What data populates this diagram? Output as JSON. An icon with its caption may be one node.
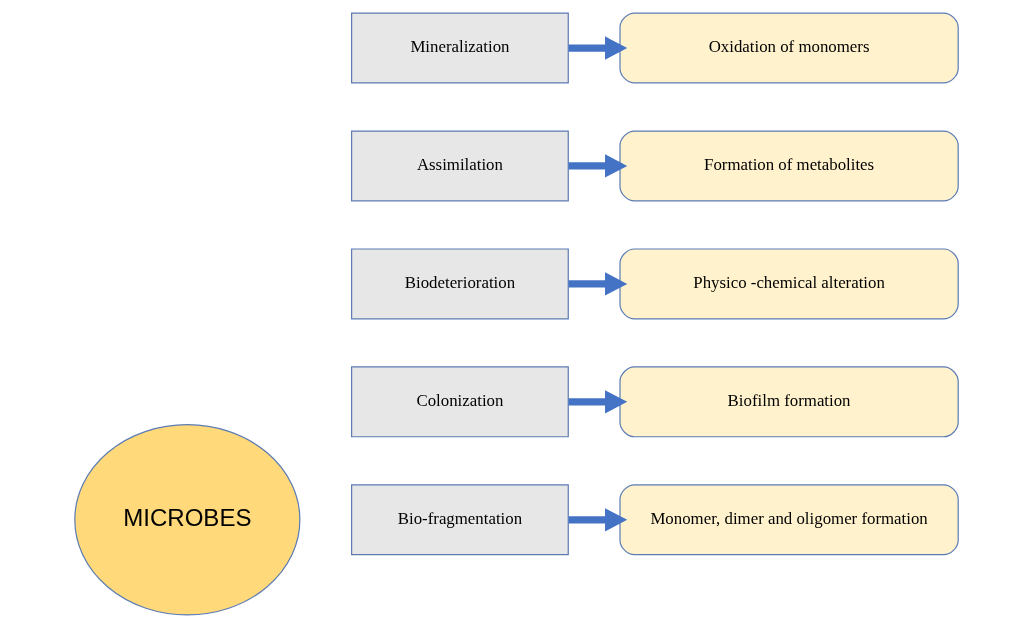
{
  "diagram": {
    "nodes": [
      {
        "text": [
          "MICROBES"
        ]
      },
      {
        "text": [
          "Colonization"
        ]
      },
      {
        "text": [
          "Biofilm formation"
        ]
      },
      {
        "text": [
          "Biodeterioration"
        ]
      },
      {
        "text": [
          "Physico -chemical alteration"
        ]
      },
      {
        "text": [
          "Bio-fragmentation"
        ]
      },
      {
        "text": [
          "Monomer, dimer and oligomer formation"
        ]
      },
      {
        "text": [
          "Assimilation"
        ]
      },
      {
        "text": [
          "Formation of metabolites"
        ]
      },
      {
        "text": [
          "Mineralization"
        ]
      },
      {
        "text": [
          "Oxidation of monomers"
        ]
      }
    ],
    "edges": [
      {
        "from": 1,
        "to": 2,
        "arrow": "to"
      },
      {
        "from": 3,
        "to": 4,
        "arrow": "to"
      },
      {
        "from": 5,
        "to": 6,
        "arrow": "to"
      },
      {
        "from": 7,
        "to": 8,
        "arrow": "to"
      },
      {
        "from": 9,
        "to": 10,
        "arrow": "to"
      }
    ]
  }
}
